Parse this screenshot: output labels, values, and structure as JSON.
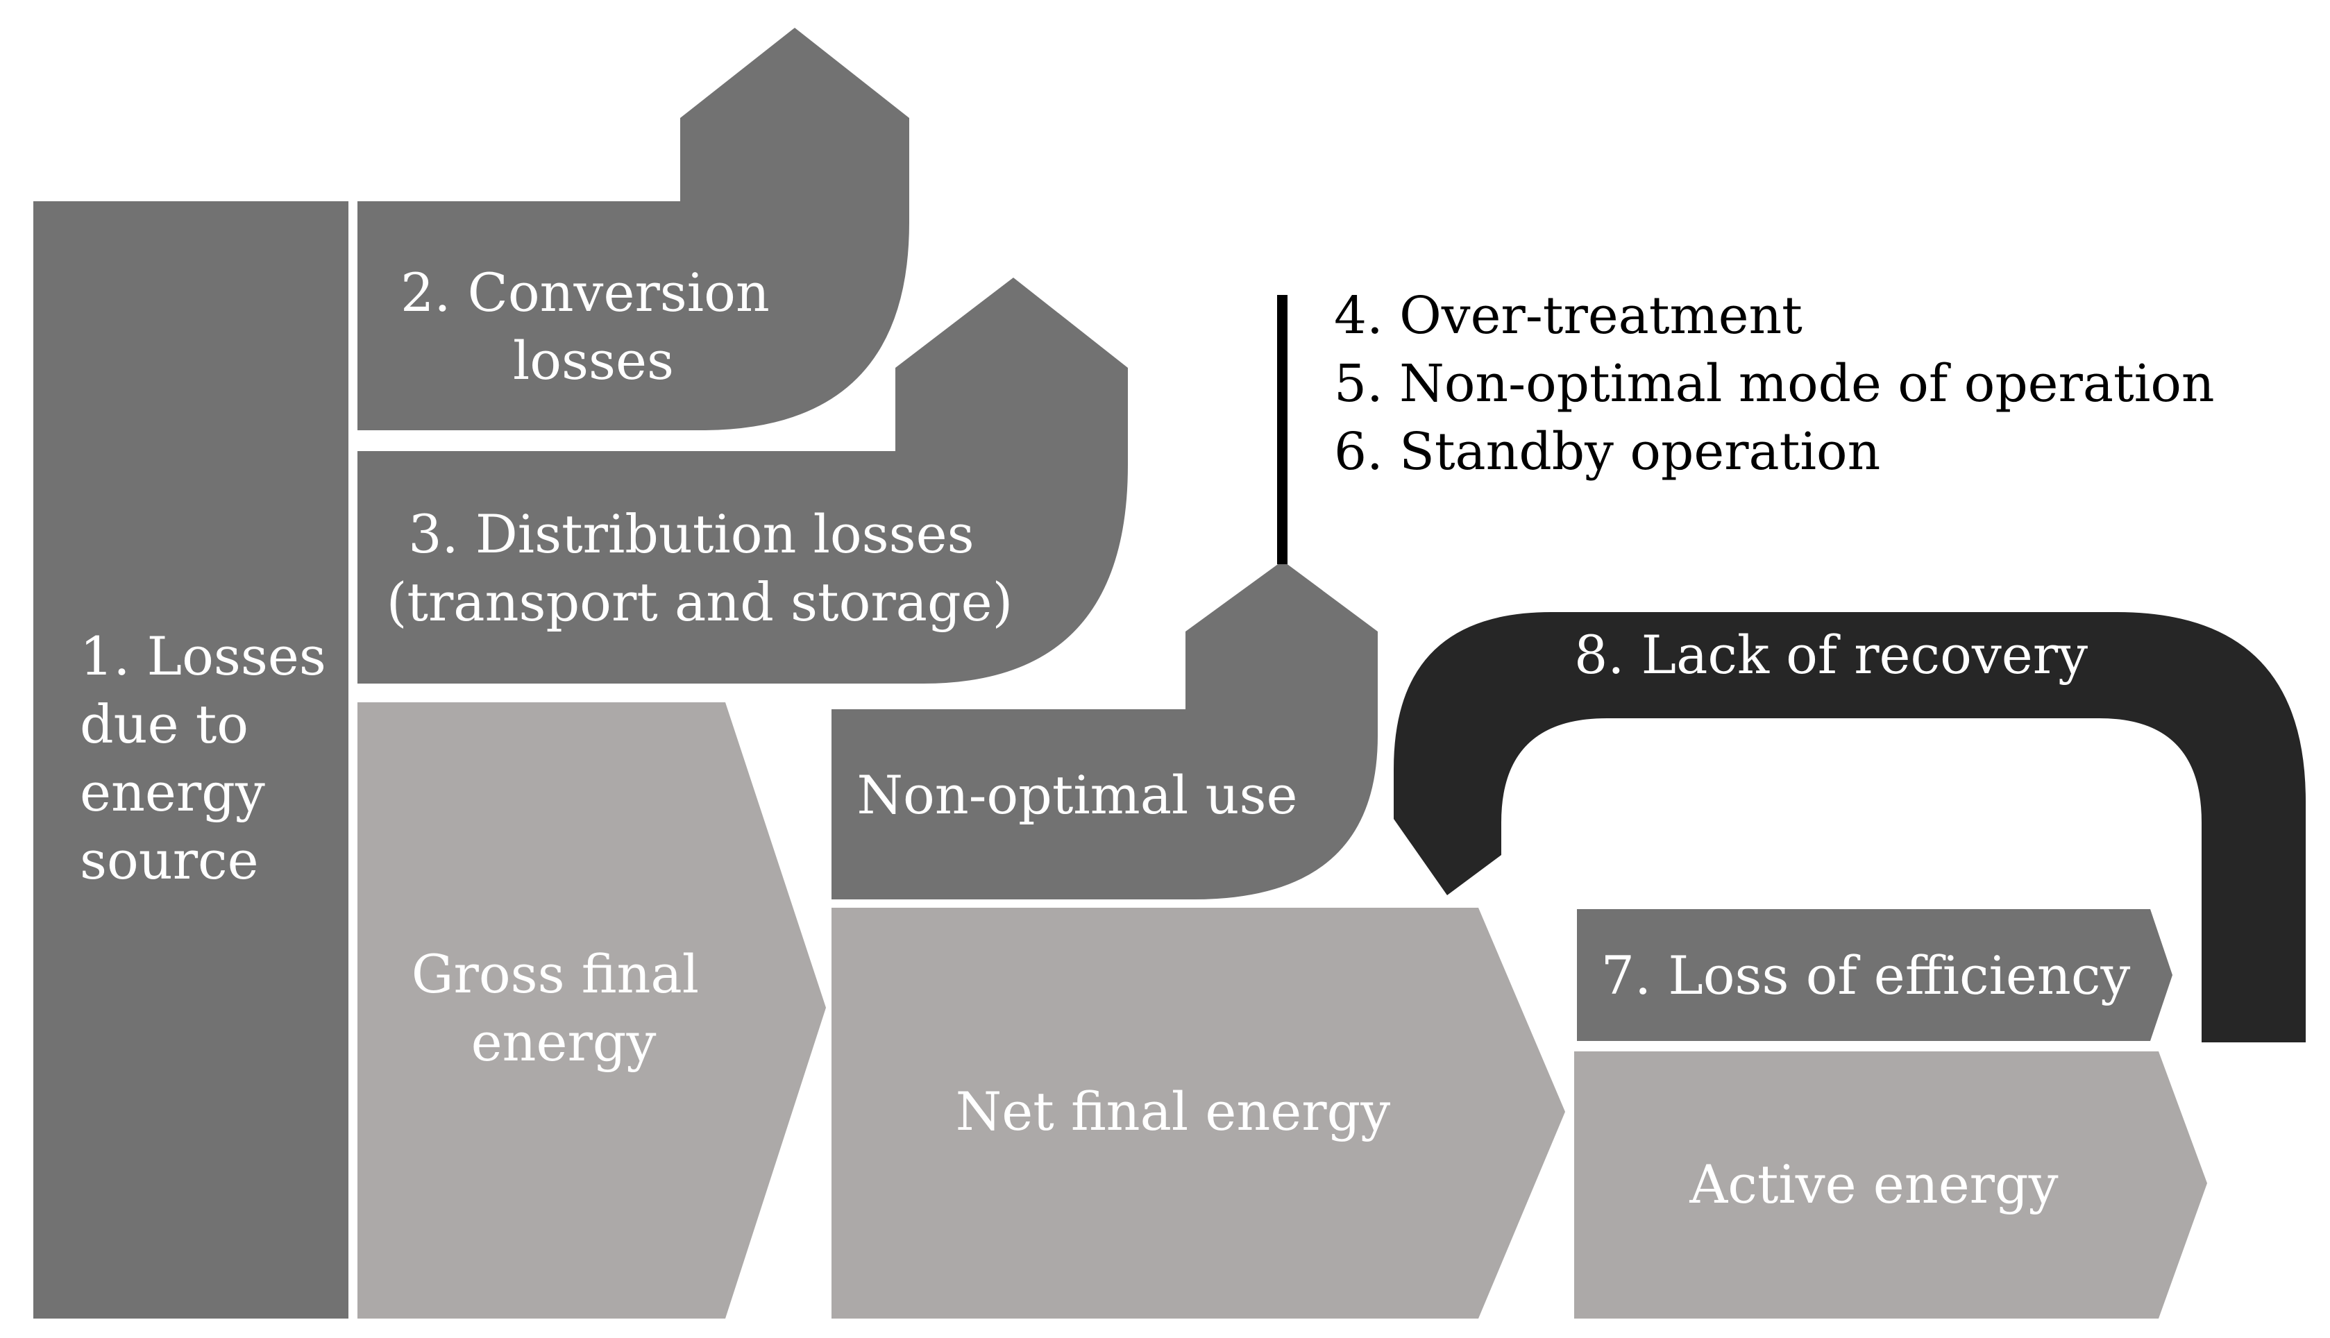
{
  "colors": {
    "dark_gray": "#727272",
    "light_gray": "#aca9a8",
    "black": "#262626",
    "line": "#000000",
    "background": "#ffffff"
  },
  "blocks": {
    "source_losses": {
      "line1": "1. Losses",
      "line2": "due to",
      "line3": "energy",
      "line4": "source"
    },
    "conversion_losses": {
      "line1": "2. Conversion",
      "line2": "losses"
    },
    "distribution_losses": {
      "line1": "3. Distribution losses",
      "line2": "(transport and storage)"
    },
    "gross_final_energy": {
      "line1": "Gross final",
      "line2": "energy"
    },
    "non_optimal_use": {
      "label": "Non-optimal use"
    },
    "net_final_energy": {
      "label": "Net final energy"
    },
    "loss_of_efficiency": {
      "label": "7. Loss of efficiency"
    },
    "active_energy": {
      "label": "Active energy"
    },
    "lack_of_recovery": {
      "label": "8. Lack of recovery"
    }
  },
  "non_optimal_use_notes": [
    "4. Over-treatment",
    "5. Non-optimal mode of operation",
    "6. Standby operation"
  ]
}
